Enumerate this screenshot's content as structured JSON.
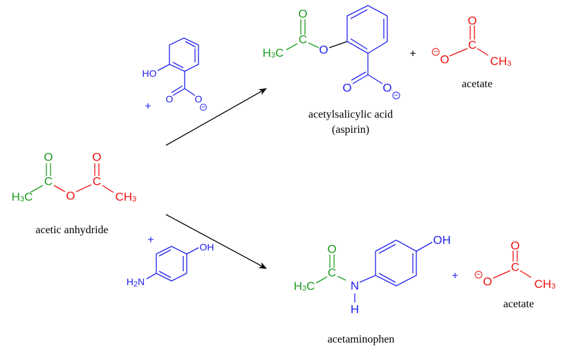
{
  "colors": {
    "acetyl_green": "#1f9a1f",
    "acetate_red": "#f01010",
    "nucleophile_blue": "#2020f0"
  },
  "labels": {
    "O": "O",
    "C": "C",
    "H3C_H": "H",
    "H3C_3": "3",
    "H3C_C": "C",
    "CH3_CH": "CH",
    "CH3_3": "3",
    "HO": "HO",
    "OH": "OH",
    "H2N_H": "H",
    "H2N_2": "2",
    "H2N_N": "N",
    "N": "N",
    "H": "H",
    "minus": "−",
    "plus": "+"
  },
  "captions": {
    "reactant": "acetic anhydride",
    "aspirin_line1": "acetylsalicylic acid",
    "aspirin_line2": "(aspirin)",
    "acetate_top": "acetate",
    "acetaminophen": "acetaminophen",
    "acetate_bottom": "acetate"
  }
}
